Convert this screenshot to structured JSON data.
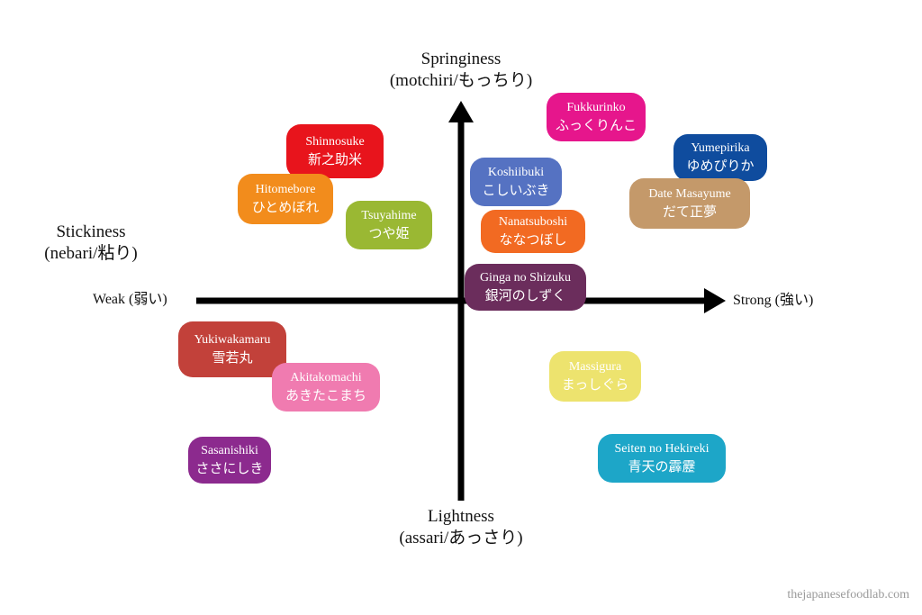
{
  "axes": {
    "top": {
      "line1": "Springiness",
      "line2": "(motchiri/もっちり)"
    },
    "bottom": {
      "line1": "Lightness",
      "line2": "(assari/あっさり)"
    },
    "left": {
      "line1": "Stickiness",
      "line2": "(nebari/粘り)"
    },
    "weak": "Weak (弱い)",
    "strong": "Strong (強い)"
  },
  "colors": {
    "axis": "#000000",
    "shinnosuke": "#e8141c",
    "hitomebore": "#f28c1c",
    "tsuyahime": "#9ab833",
    "koshiibuki": "#5572c2",
    "nanatsuboshi": "#f26a22",
    "fukkurinko": "#e6168c",
    "yumepirika": "#0f4c9e",
    "date_masayume": "#c4996a",
    "ginga_no_shizuku": "#6b2d5c",
    "yukiwakamaru": "#c2413a",
    "akitakomachi": "#f07bb0",
    "sasanishiki": "#8c2a8e",
    "massigura": "#ede36e",
    "seiten_no_hekireki": "#1da6c8"
  },
  "varieties": [
    {
      "key": "shinnosuke",
      "en": "Shinnosuke",
      "jp": "新之助米"
    },
    {
      "key": "hitomebore",
      "en": "Hitomebore",
      "jp": "ひとめぼれ"
    },
    {
      "key": "tsuyahime",
      "en": "Tsuyahime",
      "jp": "つや姫"
    },
    {
      "key": "koshiibuki",
      "en": "Koshiibuki",
      "jp": "こしいぶき"
    },
    {
      "key": "nanatsuboshi",
      "en": "Nanatsuboshi",
      "jp": "ななつぼし"
    },
    {
      "key": "fukkurinko",
      "en": "Fukkurinko",
      "jp": "ふっくりんこ"
    },
    {
      "key": "yumepirika",
      "en": "Yumepirika",
      "jp": "ゆめぴりか"
    },
    {
      "key": "date_masayume",
      "en": "Date Masayume",
      "jp": "だて正夢"
    },
    {
      "key": "ginga_no_shizuku",
      "en": "Ginga no Shizuku",
      "jp": "銀河のしずく"
    },
    {
      "key": "yukiwakamaru",
      "en": "Yukiwakamaru",
      "jp": "雪若丸"
    },
    {
      "key": "akitakomachi",
      "en": "Akitakomachi",
      "jp": "あきたこまち"
    },
    {
      "key": "sasanishiki",
      "en": "Sasanishiki",
      "jp": "ささにしき"
    },
    {
      "key": "massigura",
      "en": "Massigura",
      "jp": "まっしぐら"
    },
    {
      "key": "seiten_no_hekireki",
      "en": "Seiten no Hekireki",
      "jp": "青天の霹靂"
    }
  ],
  "watermark": "thejapanesefoodlab.com"
}
